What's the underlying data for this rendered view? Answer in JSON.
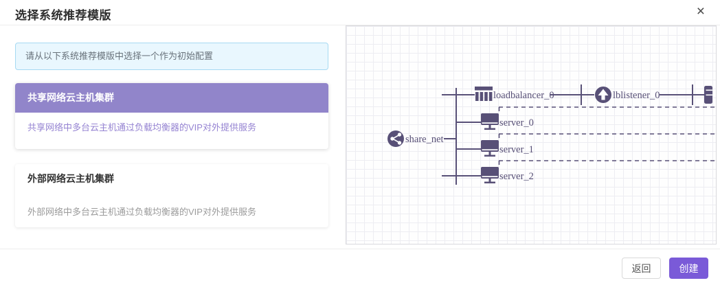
{
  "dialog": {
    "title": "选择系统推荐模版",
    "close_icon": "×"
  },
  "info_banner": {
    "text": "请从以下系统推荐模版中选择一个作为初始配置"
  },
  "templates": [
    {
      "name": "共享网络云主机集群",
      "description": "共享网络中多台云主机通过负载均衡器的VIP对外提供服务",
      "selected": true
    },
    {
      "name": "外部网络云主机集群",
      "description": "外部网络中多台云主机通过负载均衡器的VIP对外提供服务",
      "selected": false
    }
  ],
  "diagram": {
    "share_net": {
      "label": "share_net",
      "icon": "share-network-icon"
    },
    "loadbalancer": {
      "label": "loadbalancer_0",
      "icon": "loadbalancer-icon"
    },
    "lblistener": {
      "label": "lblistener_0",
      "icon": "listener-icon"
    },
    "servers": [
      {
        "label": "server_0",
        "icon": "server-icon"
      },
      {
        "label": "server_1",
        "icon": "server-icon"
      },
      {
        "label": "server_2",
        "icon": "server-icon"
      }
    ]
  },
  "footer": {
    "back_label": "返回",
    "create_label": "创建"
  },
  "colors": {
    "accent": "#7a5ad8",
    "selected_header": "#9185ca",
    "selected_desc": "#9583d2",
    "diagram": "#585077",
    "info_bg": "#e9f7fe",
    "info_border": "#a6d9f2"
  }
}
